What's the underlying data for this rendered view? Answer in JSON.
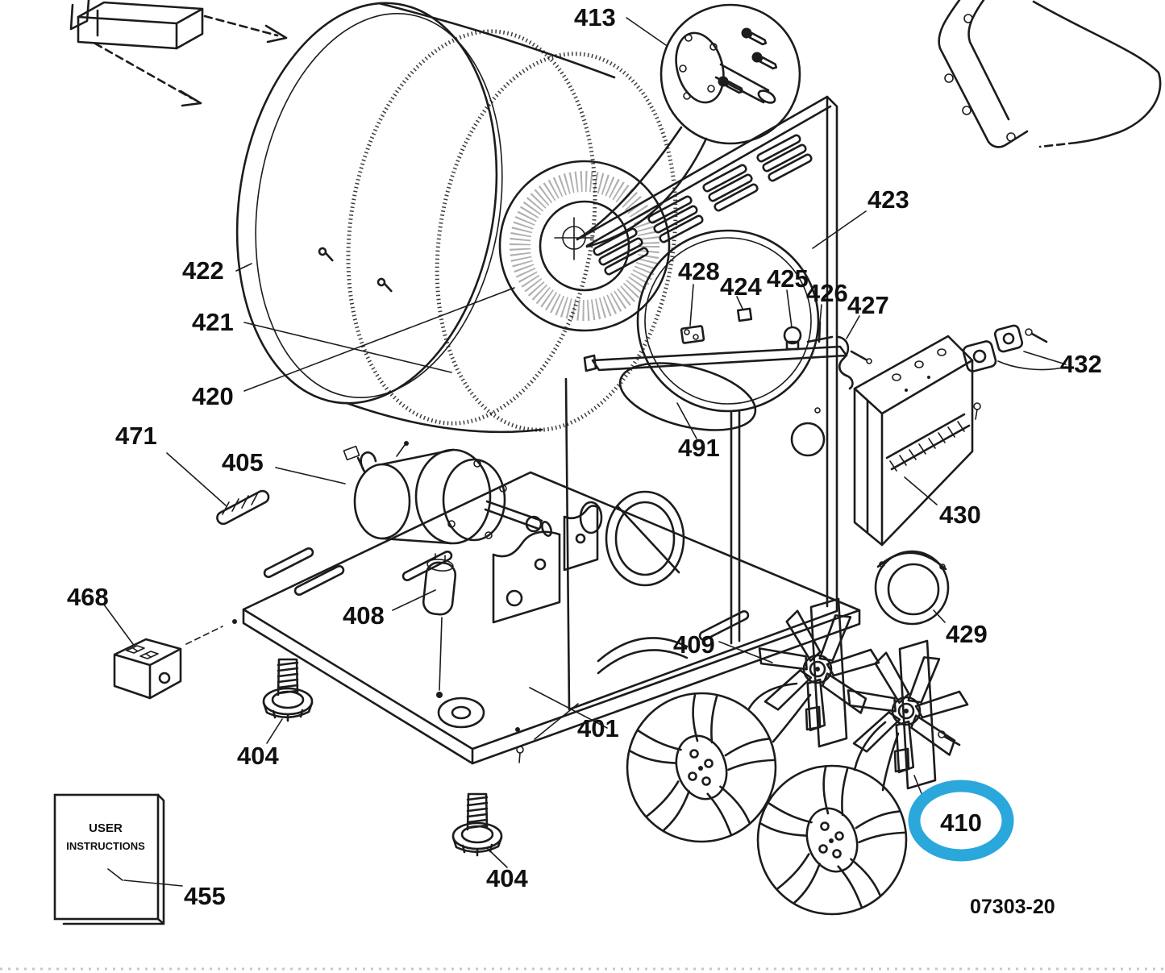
{
  "diagram": {
    "doc_number": "07303-20",
    "highlight_color": "#2AA7DB",
    "line_color": "#1c1c1c",
    "background": "#ffffff",
    "highlighted_part": "410"
  },
  "booklet": {
    "line1": "USER",
    "line2": "INSTRUCTIONS"
  },
  "labels": {
    "401": "401",
    "404": "404",
    "405": "405",
    "408": "408",
    "409": "409",
    "410": "410",
    "413": "413",
    "420": "420",
    "421": "421",
    "422": "422",
    "423": "423",
    "424": "424",
    "425": "425",
    "426": "426",
    "427": "427",
    "428": "428",
    "429": "429",
    "430": "430",
    "432": "432",
    "455": "455",
    "468": "468",
    "471": "471",
    "491": "491"
  }
}
